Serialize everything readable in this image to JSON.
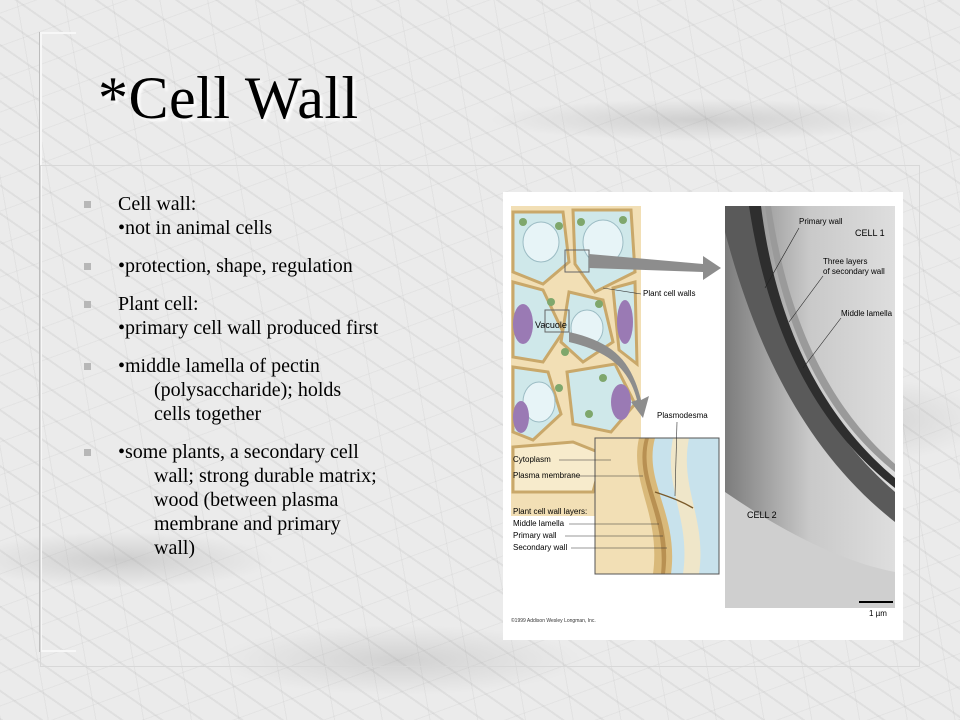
{
  "slide": {
    "title": "*Cell Wall",
    "bullets": [
      {
        "lines": [
          "Cell wall:",
          "•not in animal cells"
        ],
        "indent": [
          false,
          false
        ]
      },
      {
        "lines": [
          "•protection, shape, regulation"
        ],
        "indent": [
          false
        ]
      },
      {
        "lines": [
          "Plant cell:",
          "•primary cell wall produced first"
        ],
        "indent": [
          false,
          false
        ]
      },
      {
        "lines": [
          "•middle lamella of pectin",
          "(polysaccharide); holds",
          "cells together"
        ],
        "indent": [
          false,
          true,
          true
        ]
      },
      {
        "lines": [
          "•some plants, a secondary cell",
          "wall; strong durable matrix;",
          "wood (between plasma",
          "membrane and primary",
          "wall)"
        ],
        "indent": [
          false,
          true,
          true,
          true,
          true
        ]
      }
    ]
  },
  "figure": {
    "labels": {
      "plant_cell_walls": "Plant cell walls",
      "vacuole": "Vacuole",
      "plasmodesma": "Plasmodesma",
      "cytoplasm": "Cytoplasm",
      "plasma_membrane": "Plasma membrane",
      "wall_layers": "Plant cell wall layers:",
      "middle_lamella": "Middle lamella",
      "primary_wall": "Primary wall",
      "secondary_wall": "Secondary wall",
      "micro_primary_wall": "Primary wall",
      "cell1": "CELL 1",
      "three_layers_1": "Three layers",
      "three_layers_2": "of secondary wall",
      "micro_middle_lamella": "Middle lamella",
      "cell2": "CELL 2",
      "scale": "1 µm",
      "copyright": "©1999 Addison Wesley Longman, Inc."
    }
  }
}
